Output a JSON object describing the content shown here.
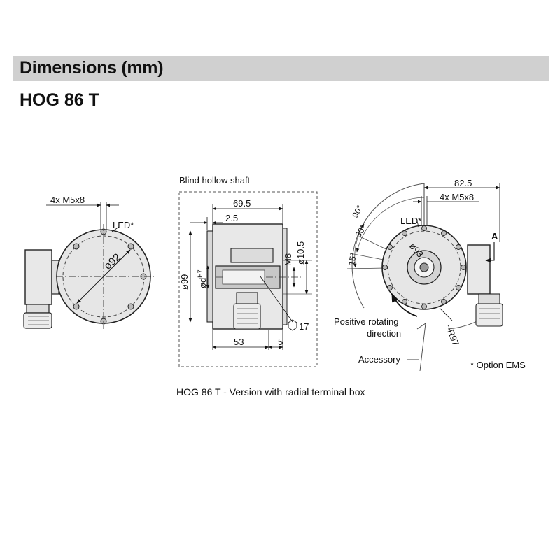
{
  "header": {
    "title": "Dimensions  (mm)"
  },
  "model": {
    "title": "HOG 86 T"
  },
  "views": {
    "left": {
      "bolt_label": "4x M5x8",
      "led_label": "LED*",
      "dia_label": "ø92"
    },
    "middle": {
      "title": "Blind hollow shaft",
      "dim_length": "69.5",
      "dim_offset": "2.5",
      "dim_outer": "ø99",
      "dim_bore": "ød",
      "dim_bore_tol": "H7",
      "dim_thread": "M8",
      "dim_small": "ø10.5",
      "dim_base": "53",
      "dim_end": "5",
      "hex_label": "17"
    },
    "right": {
      "dim_width": "82.5",
      "bolt_label": "4x M5x8",
      "led_label": "LED*",
      "angle_90": "90°",
      "angle_30": "30°",
      "angle_15": "15°",
      "dia_label": "ø93",
      "view_label": "A",
      "rotate_line1": "Positive rotating",
      "rotate_line2": "direction",
      "radius_label": "~R97",
      "accessory_label": "Accessory",
      "option_note": "* Option EMS"
    }
  },
  "caption": "HOG 86 T - Version with radial terminal box"
}
